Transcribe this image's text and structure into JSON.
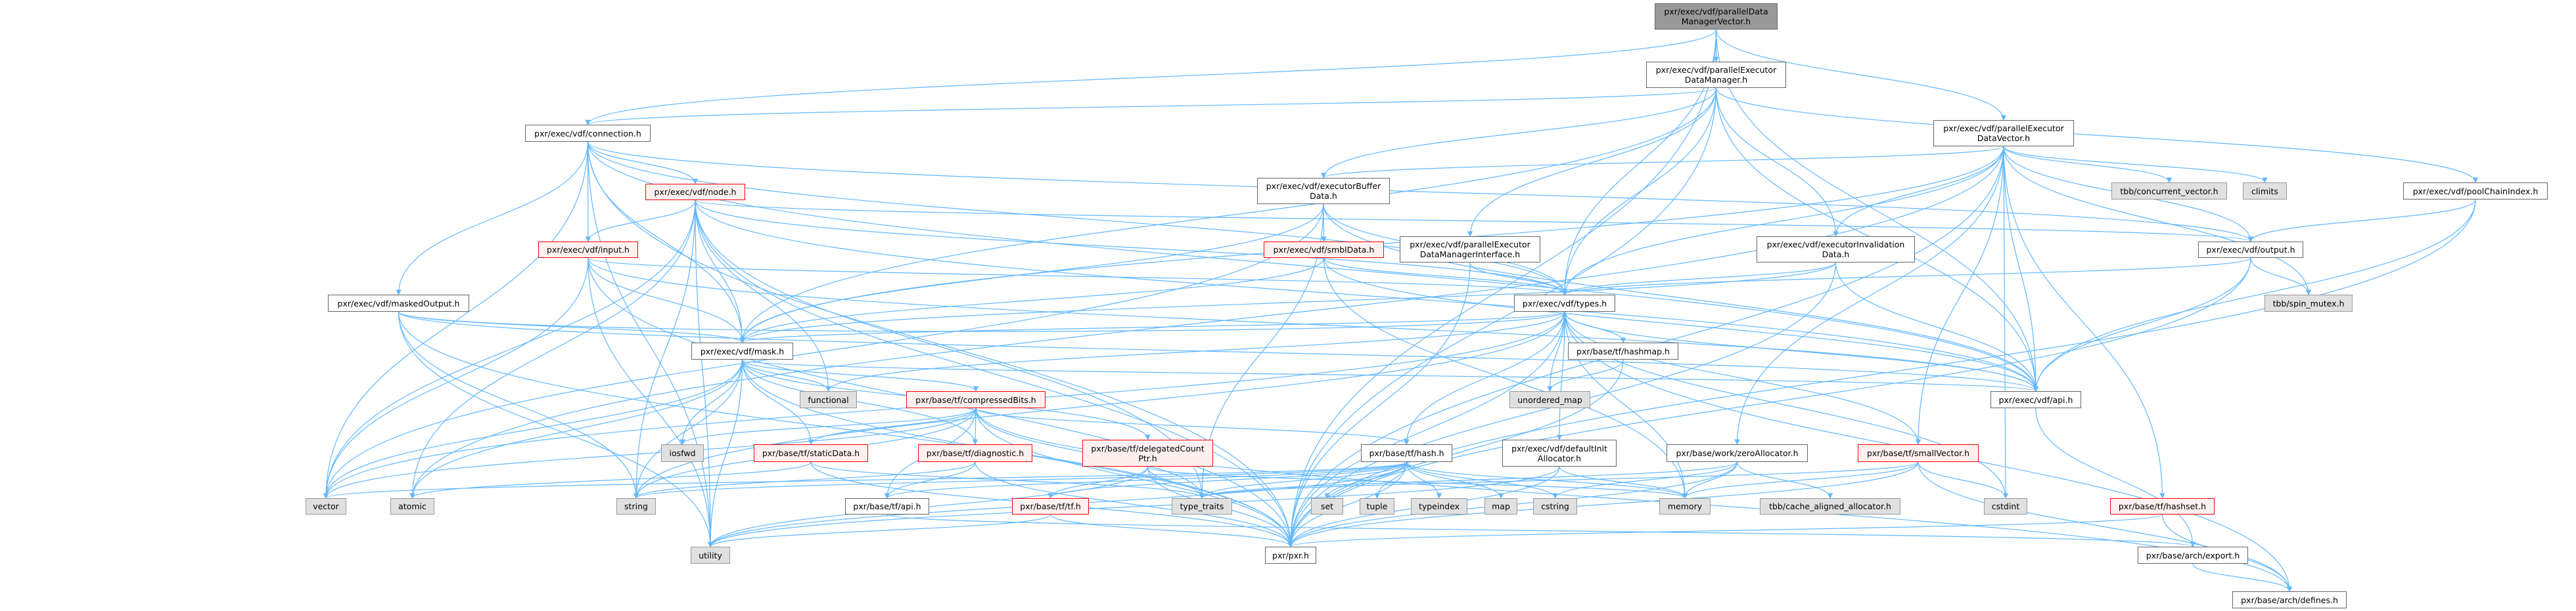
{
  "graph": {
    "nodes": {
      "root": "pxr/exec/vdf/parallelData\nManagerVector.h",
      "dm": "pxr/exec/vdf/parallelExecutor\nDataManager.h",
      "dv": "pxr/exec/vdf/parallelExecutor\nDataVector.h",
      "pool": "pxr/exec/vdf/poolChainIndex.h",
      "conn": "pxr/exec/vdf/connection.h",
      "node": "pxr/exec/vdf/node.h",
      "ebd": "pxr/exec/vdf/executorBuffer\nData.h",
      "cvec": "tbb/concurrent_vector.h",
      "climits": "climits",
      "input": "pxr/exec/vdf/input.h",
      "smbl": "pxr/exec/vdf/smblData.h",
      "dmi": "pxr/exec/vdf/parallelExecutor\nDataManagerInterface.h",
      "inval": "pxr/exec/vdf/executorInvalidation\nData.h",
      "output": "pxr/exec/vdf/output.h",
      "masked": "pxr/exec/vdf/maskedOutput.h",
      "types": "pxr/exec/vdf/types.h",
      "spin": "tbb/spin_mutex.h",
      "mask": "pxr/exec/vdf/mask.h",
      "hashmap": "pxr/base/tf/hashmap.h",
      "functional": "functional",
      "cbits": "pxr/base/tf/compressedBits.h",
      "umap": "unordered_map",
      "vapi": "pxr/exec/vdf/api.h",
      "iosfwd": "iosfwd",
      "static": "pxr/base/tf/staticData.h",
      "diag": "pxr/base/tf/diagnostic.h",
      "deleg": "pxr/base/tf/delegatedCount\nPtr.h",
      "hash": "pxr/base/tf/hash.h",
      "dinit": "pxr/exec/vdf/defaultInit\nAllocator.h",
      "zero": "pxr/base/work/zeroAllocator.h",
      "svec": "pxr/base/tf/smallVector.h",
      "vector": "vector",
      "atomic": "atomic",
      "string": "string",
      "tfapi": "pxr/base/tf/api.h",
      "tfh": "pxr/base/tf/tf.h",
      "tt": "type_traits",
      "set": "set",
      "tuple": "tuple",
      "typeindex": "typeindex",
      "map": "map",
      "cstring": "cstring",
      "memory": "memory",
      "tbbcache": "tbb/cache_aligned_allocator.h",
      "cstdint": "cstdint",
      "hashset": "pxr/base/tf/hashset.h",
      "utility": "utility",
      "pxr": "pxr/pxr.h",
      "export": "pxr/base/arch/export.h",
      "defines": "pxr/base/arch/defines.h"
    },
    "edges": [
      [
        "root",
        "dm"
      ],
      [
        "root",
        "dv"
      ],
      [
        "root",
        "types"
      ],
      [
        "root",
        "vapi"
      ],
      [
        "root",
        "pxr"
      ],
      [
        "root",
        "conn"
      ],
      [
        "dm",
        "conn"
      ],
      [
        "dm",
        "ebd"
      ],
      [
        "dm",
        "dmi"
      ],
      [
        "dm",
        "types"
      ],
      [
        "dm",
        "inval"
      ],
      [
        "dm",
        "pool"
      ],
      [
        "dm",
        "vapi"
      ],
      [
        "dm",
        "pxr"
      ],
      [
        "dm",
        "mask"
      ],
      [
        "dv",
        "ebd"
      ],
      [
        "dv",
        "inval"
      ],
      [
        "dv",
        "output"
      ],
      [
        "dv",
        "cvec"
      ],
      [
        "dv",
        "climits"
      ],
      [
        "dv",
        "spin"
      ],
      [
        "dv",
        "types"
      ],
      [
        "dv",
        "vapi"
      ],
      [
        "dv",
        "cstdint"
      ],
      [
        "dv",
        "zero"
      ],
      [
        "dv",
        "pxr"
      ],
      [
        "dv",
        "hashset"
      ],
      [
        "dv",
        "svec"
      ],
      [
        "dv",
        "mask"
      ],
      [
        "dv",
        "atomic"
      ],
      [
        "pool",
        "output"
      ],
      [
        "pool",
        "vapi"
      ],
      [
        "pool",
        "pxr"
      ],
      [
        "conn",
        "node"
      ],
      [
        "conn",
        "input"
      ],
      [
        "conn",
        "masked"
      ],
      [
        "conn",
        "mask"
      ],
      [
        "conn",
        "output"
      ],
      [
        "conn",
        "vapi"
      ],
      [
        "conn",
        "pxr"
      ],
      [
        "conn",
        "utility"
      ],
      [
        "conn",
        "vector"
      ],
      [
        "conn",
        "types"
      ],
      [
        "node",
        "input"
      ],
      [
        "node",
        "mask"
      ],
      [
        "node",
        "functional"
      ],
      [
        "node",
        "types"
      ],
      [
        "node",
        "vapi"
      ],
      [
        "node",
        "output"
      ],
      [
        "node",
        "pxr"
      ],
      [
        "node",
        "string"
      ],
      [
        "node",
        "vector"
      ],
      [
        "node",
        "utility"
      ],
      [
        "node",
        "tt"
      ],
      [
        "node",
        "atomic"
      ],
      [
        "input",
        "mask"
      ],
      [
        "input",
        "types"
      ],
      [
        "input",
        "vapi"
      ],
      [
        "input",
        "pxr"
      ],
      [
        "input",
        "vector"
      ],
      [
        "input",
        "utility"
      ],
      [
        "masked",
        "mask"
      ],
      [
        "masked",
        "vapi"
      ],
      [
        "masked",
        "pxr"
      ],
      [
        "masked",
        "utility"
      ],
      [
        "masked",
        "string"
      ],
      [
        "masked",
        "types"
      ],
      [
        "ebd",
        "smbl"
      ],
      [
        "ebd",
        "mask"
      ],
      [
        "ebd",
        "types"
      ],
      [
        "ebd",
        "vapi"
      ],
      [
        "ebd",
        "tt"
      ],
      [
        "ebd",
        "vector"
      ],
      [
        "smbl",
        "mask"
      ],
      [
        "smbl",
        "types"
      ],
      [
        "smbl",
        "vapi"
      ],
      [
        "smbl",
        "memory"
      ],
      [
        "dmi",
        "types"
      ],
      [
        "dmi",
        "pxr"
      ],
      [
        "inval",
        "types"
      ],
      [
        "inval",
        "mask"
      ],
      [
        "inval",
        "vapi"
      ],
      [
        "inval",
        "pxr"
      ],
      [
        "output",
        "types"
      ],
      [
        "output",
        "vapi"
      ],
      [
        "output",
        "spin"
      ],
      [
        "output",
        "pxr"
      ],
      [
        "types",
        "mask"
      ],
      [
        "types",
        "hashmap"
      ],
      [
        "types",
        "umap"
      ],
      [
        "types",
        "hash"
      ],
      [
        "types",
        "dinit"
      ],
      [
        "types",
        "svec"
      ],
      [
        "types",
        "vapi"
      ],
      [
        "types",
        "memory"
      ],
      [
        "types",
        "functional"
      ],
      [
        "types",
        "vector"
      ],
      [
        "types",
        "string"
      ],
      [
        "types",
        "cstdint"
      ],
      [
        "types",
        "pxr"
      ],
      [
        "types",
        "defines"
      ],
      [
        "hashmap",
        "umap"
      ],
      [
        "hashmap",
        "pxr"
      ],
      [
        "mask",
        "cbits"
      ],
      [
        "mask",
        "functional"
      ],
      [
        "mask",
        "iosfwd"
      ],
      [
        "mask",
        "static"
      ],
      [
        "mask",
        "diag"
      ],
      [
        "mask",
        "deleg"
      ],
      [
        "mask",
        "vapi"
      ],
      [
        "mask",
        "atomic"
      ],
      [
        "mask",
        "vector"
      ],
      [
        "mask",
        "string"
      ],
      [
        "mask",
        "utility"
      ],
      [
        "mask",
        "pxr"
      ],
      [
        "cbits",
        "static"
      ],
      [
        "cbits",
        "diag"
      ],
      [
        "cbits",
        "hash"
      ],
      [
        "cbits",
        "tfapi"
      ],
      [
        "cbits",
        "tt"
      ],
      [
        "cbits",
        "string"
      ],
      [
        "cbits",
        "vector"
      ],
      [
        "cbits",
        "pxr"
      ],
      [
        "cbits",
        "iosfwd"
      ],
      [
        "cbits",
        "defines"
      ],
      [
        "static",
        "atomic"
      ],
      [
        "static",
        "pxr"
      ],
      [
        "static",
        "tt"
      ],
      [
        "diag",
        "tfapi"
      ],
      [
        "diag",
        "string"
      ],
      [
        "diag",
        "pxr"
      ],
      [
        "deleg",
        "tfh"
      ],
      [
        "deleg",
        "tt"
      ],
      [
        "deleg",
        "memory"
      ],
      [
        "deleg",
        "utility"
      ],
      [
        "deleg",
        "pxr"
      ],
      [
        "hash",
        "set"
      ],
      [
        "hash",
        "tuple"
      ],
      [
        "hash",
        "typeindex"
      ],
      [
        "hash",
        "map"
      ],
      [
        "hash",
        "cstring"
      ],
      [
        "hash",
        "memory"
      ],
      [
        "hash",
        "vector"
      ],
      [
        "hash",
        "string"
      ],
      [
        "hash",
        "tt"
      ],
      [
        "hash",
        "utility"
      ],
      [
        "hash",
        "pxr"
      ],
      [
        "hash",
        "tfapi"
      ],
      [
        "hash",
        "tfh"
      ],
      [
        "dinit",
        "memory"
      ],
      [
        "dinit",
        "pxr"
      ],
      [
        "dinit",
        "utility"
      ],
      [
        "zero",
        "memory"
      ],
      [
        "zero",
        "tbbcache"
      ],
      [
        "zero",
        "cstring"
      ],
      [
        "zero",
        "pxr"
      ],
      [
        "zero",
        "tt"
      ],
      [
        "svec",
        "memory"
      ],
      [
        "svec",
        "cstdint"
      ],
      [
        "svec",
        "tt"
      ],
      [
        "svec",
        "pxr"
      ],
      [
        "svec",
        "defines"
      ],
      [
        "tfapi",
        "export"
      ],
      [
        "tfh",
        "pxr"
      ],
      [
        "tfh",
        "utility"
      ],
      [
        "vapi",
        "export"
      ],
      [
        "hashset",
        "pxr"
      ],
      [
        "hashset",
        "defines"
      ],
      [
        "export",
        "defines"
      ]
    ]
  }
}
